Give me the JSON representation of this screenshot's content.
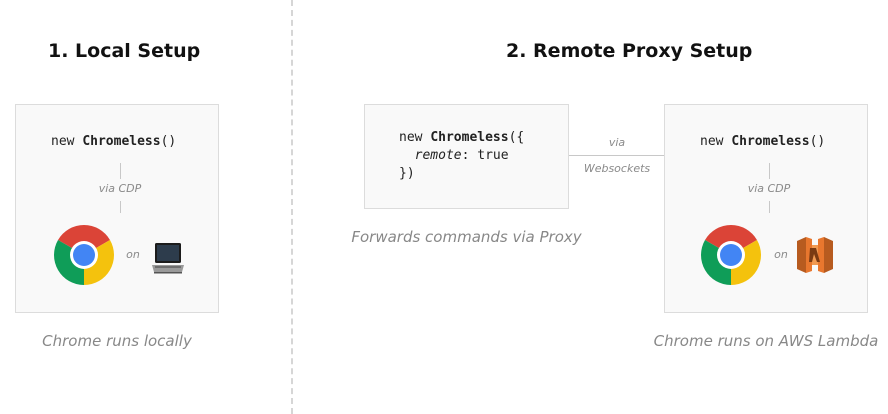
{
  "headings": {
    "local": "1. Local Setup",
    "remote": "2. Remote Proxy Setup"
  },
  "local_box": {
    "code_prefix": "new ",
    "code_class": "Chromeless",
    "code_suffix": "()",
    "connector_label": "via CDP",
    "on_label": "on",
    "chrome_icon": "chrome-icon",
    "device_icon": "laptop-icon"
  },
  "proxy_box": {
    "line1_prefix": "new ",
    "line1_class": "Chromeless",
    "line1_suffix": "({",
    "line2_indent": "  ",
    "line2_key": "remote",
    "line2_value": ": true",
    "line3": "})"
  },
  "link": {
    "top_label": "via",
    "bottom_label": "Websockets"
  },
  "remote_box": {
    "code_prefix": "new ",
    "code_class": "Chromeless",
    "code_suffix": "()",
    "connector_label": "via CDP",
    "on_label": "on",
    "chrome_icon": "chrome-icon",
    "device_icon": "aws-lambda-icon"
  },
  "captions": {
    "local": "Chrome runs locally",
    "proxy": "Forwards commands via Proxy",
    "remote": "Chrome runs on AWS Lambda"
  },
  "colors": {
    "chrome_red": "#db4437",
    "chrome_yellow": "#f4c20d",
    "chrome_green": "#0f9d58",
    "chrome_blue": "#4285f4",
    "lambda_orange": "#e8772e"
  }
}
